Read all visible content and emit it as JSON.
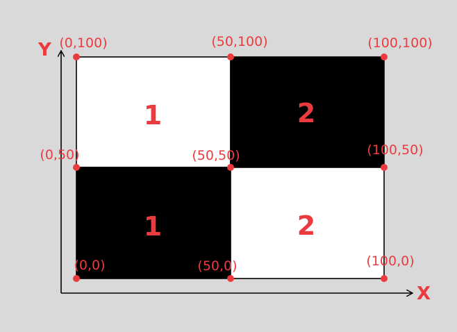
{
  "colors": {
    "background": "#d9d9d9",
    "accent": "#ec3b3f",
    "dark_cell": "#000000",
    "light_cell": "#ffffff"
  },
  "axes": {
    "x_label": "X",
    "y_label": "Y"
  },
  "cells": [
    {
      "id": "top-left",
      "label": "1",
      "fill": "light"
    },
    {
      "id": "top-right",
      "label": "2",
      "fill": "dark"
    },
    {
      "id": "bottom-left",
      "label": "1",
      "fill": "dark"
    },
    {
      "id": "bottom-right",
      "label": "2",
      "fill": "light"
    }
  ],
  "points": [
    {
      "label": "(0,100)"
    },
    {
      "label": "(50,100)"
    },
    {
      "label": "(100,100)"
    },
    {
      "label": "(0,50)"
    },
    {
      "label": "(50,50)"
    },
    {
      "label": "(100,50)"
    },
    {
      "label": "(0,0)"
    },
    {
      "label": "(50,0)"
    },
    {
      "label": "(100,0)"
    }
  ]
}
